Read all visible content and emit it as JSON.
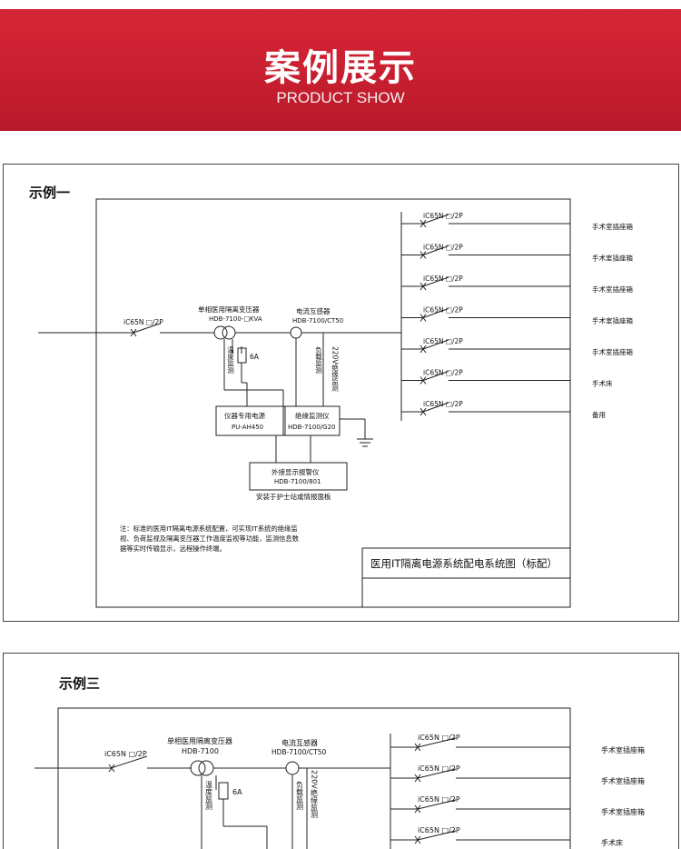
{
  "banner": {
    "title": "案例展示",
    "subtitle": "PRODUCT SHOW",
    "color": "#c81f30"
  },
  "example1": {
    "title": "示例一",
    "main_breaker": "iC65N □/2P",
    "transformer": {
      "name": "单相医用隔离变压器",
      "model": "HDB-7100-□KVA"
    },
    "ct": {
      "name": "电流互感器",
      "model": "HDB-7100/CT50"
    },
    "temp_label": "温度监测",
    "fuse": "6A",
    "load_label": "负载监测",
    "insul_220": "220V绝缘监测",
    "psu": {
      "name": "仪器专用电源",
      "model": "PU-AH450"
    },
    "monitor": {
      "name": "绝缘监测仪",
      "model": "HDB-7100/G20"
    },
    "display": {
      "name": "外接显示报警仪",
      "model": "HDB-7100/801",
      "location": "安装于护士站或情报面板"
    },
    "note": [
      "注：标准的医用IT隔离电源系统配置，可实现IT系统的绝缘监",
      "视、负荷监视及隔离变压器工作温度监视等功能，监测信息数",
      "据等实时传输显示，远程操作终端。"
    ],
    "caption": "医用IT隔离电源系统配电系统图（标配）",
    "branches": [
      {
        "breaker": "iC65N □/2P",
        "load": "手术室插座箱"
      },
      {
        "breaker": "iC65N □/2P",
        "load": "手术室插座箱"
      },
      {
        "breaker": "iC65N □/2P",
        "load": "手术室插座箱"
      },
      {
        "breaker": "iC65N □/2P",
        "load": "手术室插座箱"
      },
      {
        "breaker": "iC65N □/2P",
        "load": "手术室插座箱"
      },
      {
        "breaker": "iC65N □/2P",
        "load": "手术床"
      },
      {
        "breaker": "iC65N □/2P",
        "load": "备用"
      }
    ]
  },
  "example2": {
    "title": "示例三",
    "main_breaker": "iC65N □/2P",
    "transformer": {
      "name": "单相医用隔离变压器",
      "model": "HDB-7100"
    },
    "ct": {
      "name": "电流互感器",
      "model": "HDB-7100/CT50"
    },
    "temp_label": "温度监测",
    "fuse": "6A",
    "load_label": "负载监测",
    "insul_220": "220V绝缘监测",
    "branches": [
      {
        "breaker": "iC65N □/2P",
        "load": "手术室插座箱"
      },
      {
        "breaker": "iC65N □/2P",
        "load": "手术室插座箱"
      },
      {
        "breaker": "iC65N □/2P",
        "load": "手术室插座箱"
      },
      {
        "breaker": "iC65N □/2P",
        "load": "手术床"
      }
    ]
  }
}
